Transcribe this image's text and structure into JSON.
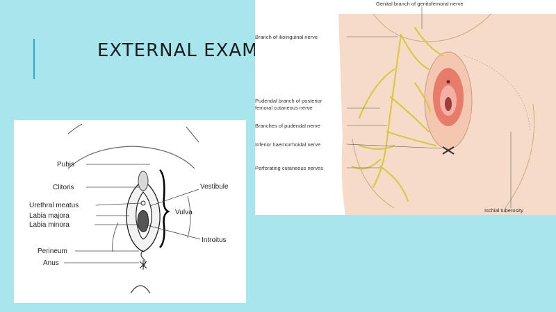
{
  "slide": {
    "title": "EXTERNAL EXAM",
    "accent_color": "#2aa9c9",
    "background_color": "#a8e6ee"
  },
  "left_diagram": {
    "labels": {
      "pubis": "Pubis",
      "clitoris": "Clitoris",
      "urethral_meatus": "Urethral meatus",
      "labia_majora": "Labia majora",
      "labia_minora": "Labia minora",
      "perineum": "Perineum",
      "anus": "Anus",
      "vestibule": "Vestibule",
      "vulva": "Vulva",
      "introitus": "Introitus"
    }
  },
  "right_diagram": {
    "labels": {
      "genital_branch": "Genital branch of genitofemoral nerve",
      "ilioinguinal": "Branch of ilioinguinal nerve",
      "pudendal_posterior_line1": "Pudendal branch of posterior",
      "pudendal_posterior_line2": "femoral cutaneous nerve",
      "branches_pudendal": "Branches of pudendal nerve",
      "inferior_haemorrhoidal": "Inferior haemorrhoidal nerve",
      "perforating_cutaneous": "Perforating cutaneous nerves",
      "ischial_tuberosity": "Ischial tuberosity"
    },
    "colors": {
      "skin": "#f6dcc8",
      "nerve": "#d8c84a",
      "mucosa": "#e87c6a"
    }
  }
}
